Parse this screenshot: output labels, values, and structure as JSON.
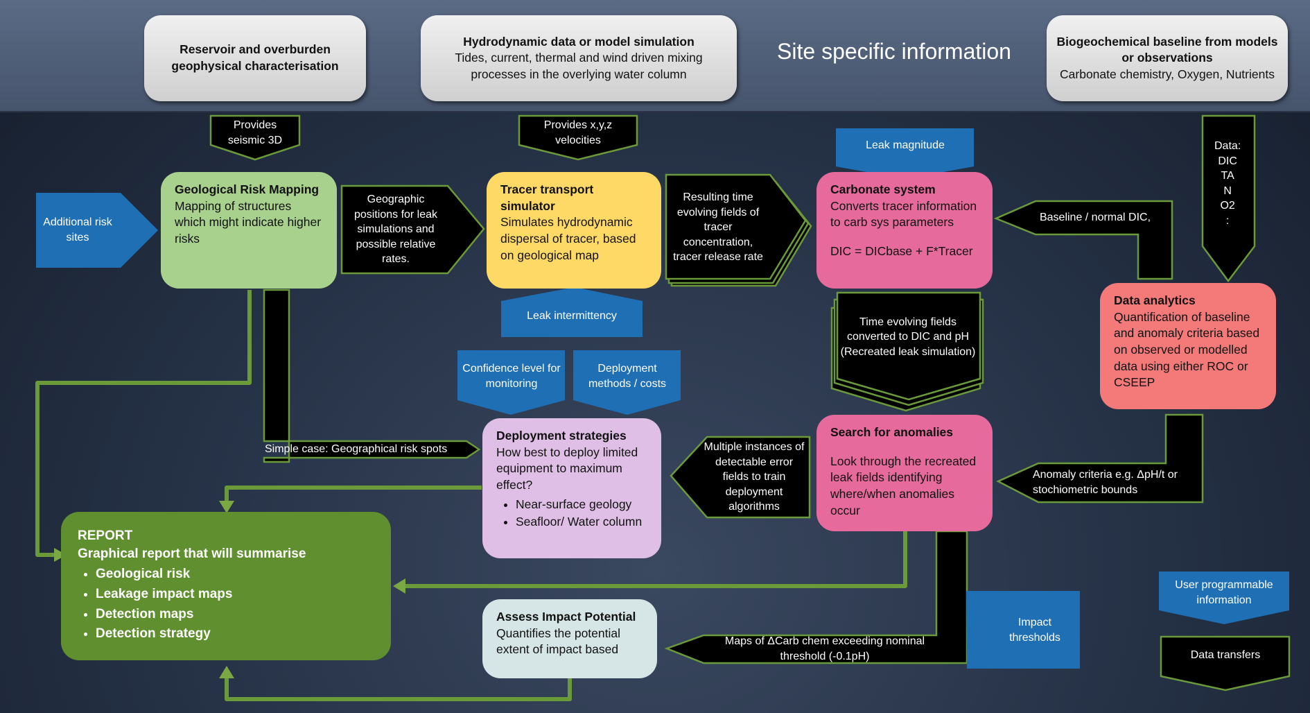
{
  "header": {
    "site_title": "Site specific information",
    "reservoir_title": "Reservoir and overburden geophysical characterisation",
    "hydro_title": "Hydrodynamic data or model simulation",
    "hydro_body": "Tides, current, thermal and wind driven mixing processes in the overlying water column",
    "biogeo_title": "Biogeochemical baseline from models or observations",
    "biogeo_body": "Carbonate chemistry, Oxygen, Nutrients"
  },
  "nodes": {
    "geological": {
      "title": "Geological Risk Mapping",
      "body": "Mapping of structures which might indicate higher risks"
    },
    "tracer": {
      "title": "Tracer transport simulator",
      "body": "Simulates hydrodynamic dispersal of tracer, based on geological map"
    },
    "carbonate": {
      "title": "Carbonate system",
      "body": "Converts tracer information to carb sys parameters",
      "formula": "DIC = DICbase + F*Tracer"
    },
    "analytics": {
      "title": "Data analytics",
      "body": "Quantification of baseline and anomaly criteria based on observed or modelled data using either ROC or CSEEP"
    },
    "search": {
      "title": "Search for anomalies",
      "body": "Look through the recreated leak fields identifying where/when anomalies occur"
    },
    "deployment": {
      "title": "Deployment strategies",
      "body": "How best to deploy limited equipment to maximum effect?",
      "bullets": [
        "Near-surface geology",
        "Seafloor/ Water column"
      ]
    },
    "impact": {
      "title": "Assess Impact Potential",
      "body": "Quantifies the potential extent of impact based"
    },
    "report": {
      "title": "REPORT",
      "subtitle": "Graphical report that will summarise",
      "bullets": [
        "Geological risk",
        "Leakage impact maps",
        "Detection maps",
        "Detection strategy"
      ]
    }
  },
  "transfers": {
    "seismic": "Provides seismic 3D",
    "velocities": "Provides x,y,z velocities",
    "geo_positions": "Geographic positions for leak simulations and possible relative rates.",
    "time_fields": "Resulting time evolving fields of tracer concentration, tracer release rate",
    "baseline_dic": "Baseline / normal DIC,",
    "data_list": "Data:\nDIC\nTA\nN\nO2\n:",
    "dic_ph": "Time evolving fields converted to DIC and pH (Recreated leak simulation)",
    "anomaly_criteria": "Anomaly criteria e.g. ΔpH/t or stochiometric bounds",
    "multiple_instances": "Multiple instances of detectable error fields to train deployment algorithms",
    "simple_case": "Simple case: Geographical risk spots",
    "maps_carb": "Maps of ΔCarb chem exceeding nominal threshold (-0.1pH)"
  },
  "inputs": {
    "additional_risk": "Additional risk sites",
    "leak_magnitude": "Leak magnitude",
    "leak_intermittency": "Leak intermittency",
    "confidence": "Confidence level for monitoring",
    "deployment_methods": "Deployment methods / costs",
    "impact_thresholds": "Impact thresholds"
  },
  "legend": {
    "user_programmable": "User programmable information",
    "data_transfers": "Data transfers"
  },
  "colors": {
    "green_box": "#a9d18e",
    "yellow_box": "#ffd966",
    "pink_box": "#e66a9c",
    "salmon_box": "#f47a7a",
    "lilac_box": "#e0bfe6",
    "pale_box": "#d6e6e6",
    "report_box": "#5f8f2e",
    "blue_input": "#1f6fb4",
    "connector_green": "#6b9a3a",
    "transfer_black": "#000000"
  }
}
